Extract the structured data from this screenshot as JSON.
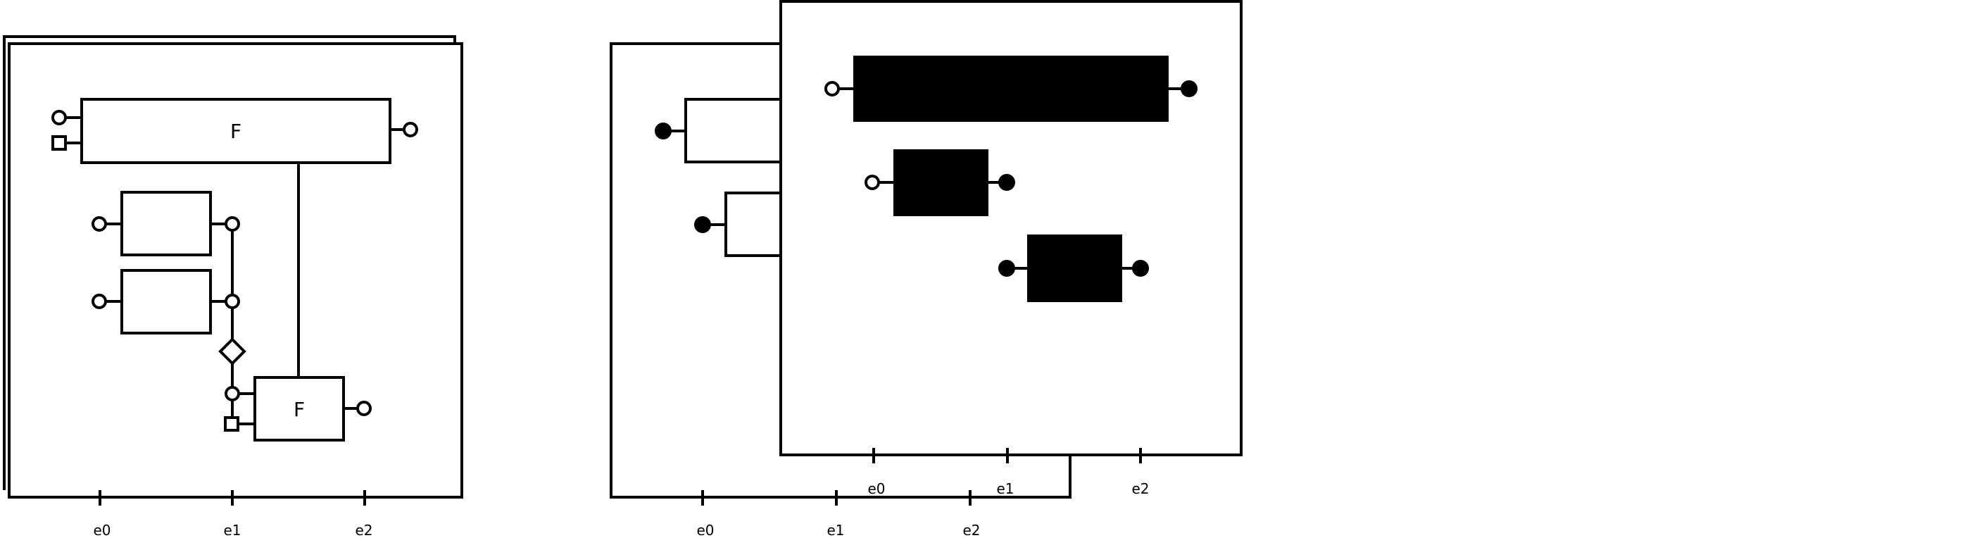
{
  "diagrams": [
    {
      "id": "left",
      "function_label_top": "F",
      "function_label_bottom": "F",
      "axis_ticks": [
        "e0",
        "e1",
        "e2"
      ]
    },
    {
      "id": "middle-back",
      "axis_ticks": [
        "e0",
        "e1",
        "e2"
      ]
    },
    {
      "id": "middle-front",
      "axis_ticks": [
        "e0",
        "e1",
        "e2"
      ]
    }
  ],
  "colors": {
    "stroke": "#000000",
    "fill_dark": "#000000",
    "background": "#ffffff"
  }
}
